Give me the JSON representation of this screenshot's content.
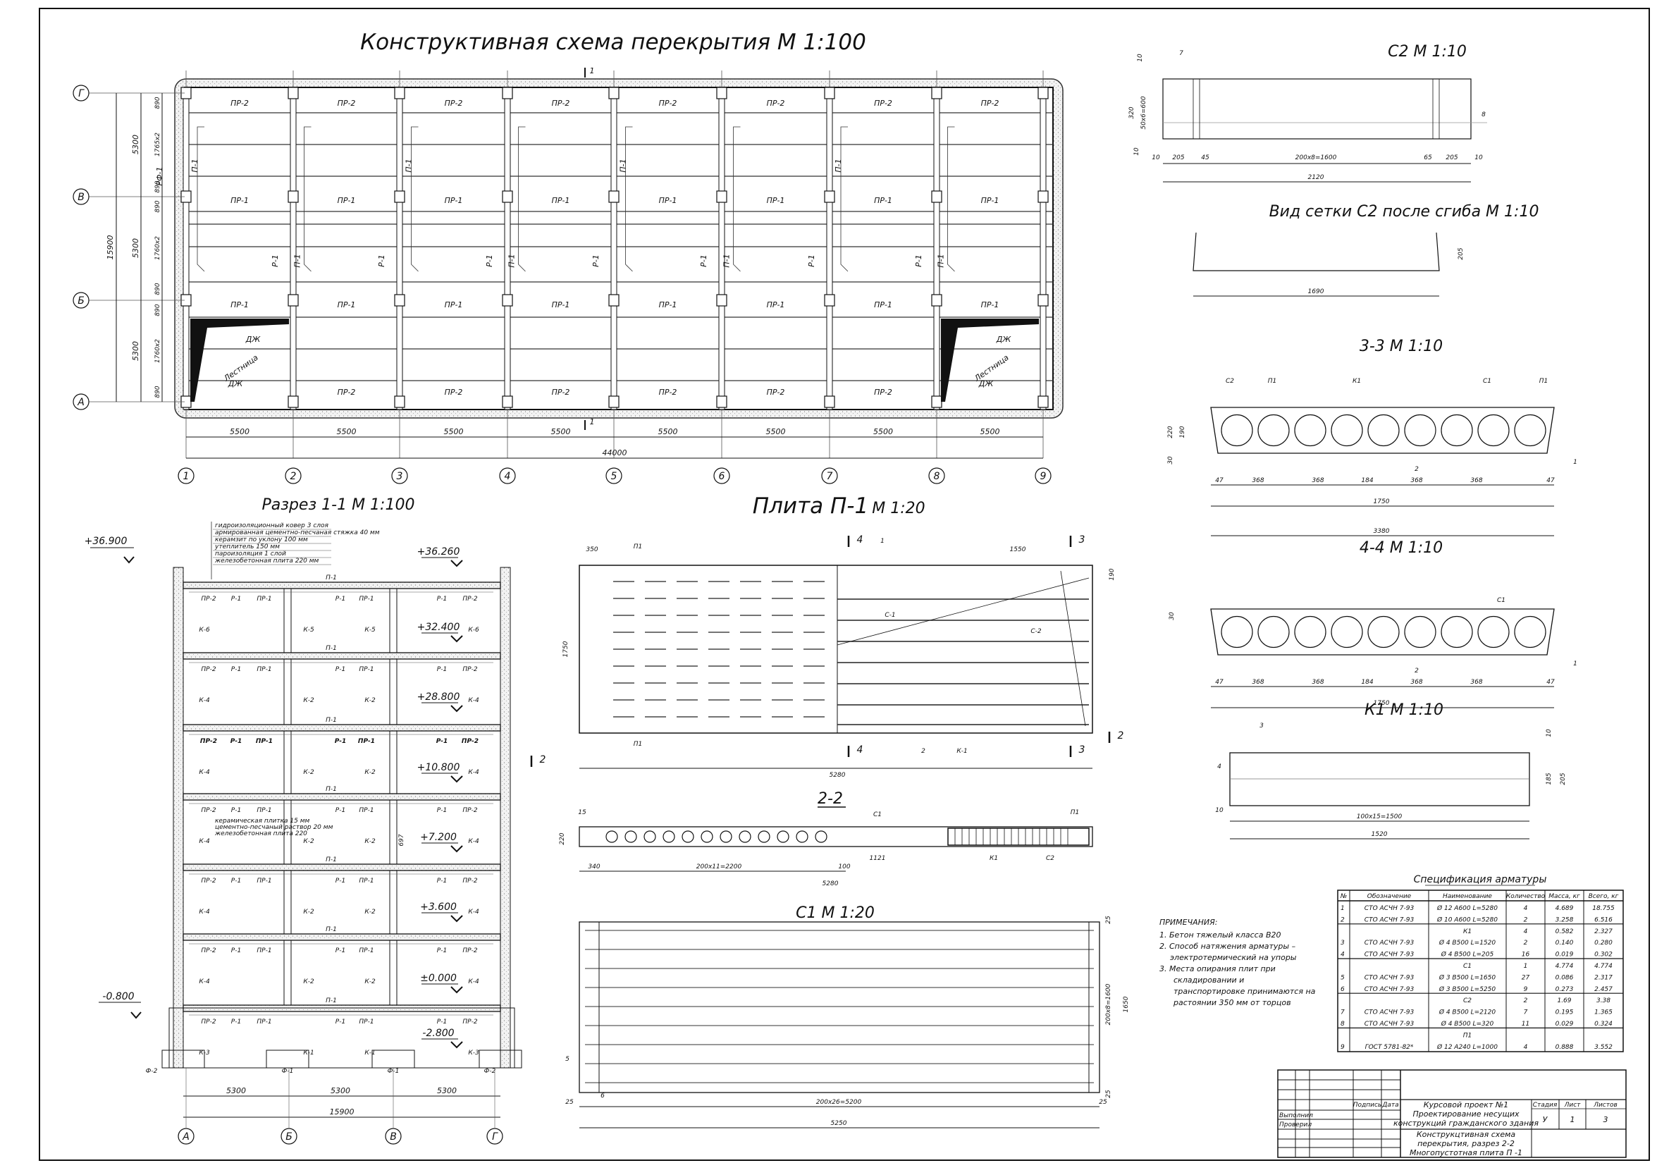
{
  "plan": {
    "title": "Конструктивная схема перекрытия М  1:100",
    "section_mark": "1",
    "axis_letters": [
      "Г",
      "В",
      "Б",
      "А"
    ],
    "axis_numbers": [
      "1",
      "2",
      "3",
      "4",
      "5",
      "6",
      "7",
      "8",
      "9"
    ],
    "span_dims": [
      "5500",
      "5500",
      "5500",
      "5500",
      "5500",
      "5500",
      "5500",
      "5500"
    ],
    "total_dim": "44000",
    "left_total": "15900",
    "left_spans": [
      "5300",
      "5300",
      "5300"
    ],
    "left_inner": [
      "890",
      "1765x2",
      "890",
      "890",
      "1760x2",
      "890",
      "890",
      "1760x2",
      "890"
    ],
    "beam_rows": [
      [
        "ПР-2",
        "ПР-2",
        "ПР-2",
        "ПР-2",
        "ПР-2",
        "ПР-2",
        "ПР-2",
        "ПР-2"
      ],
      [
        "ПР-1",
        "ПР-1",
        "ПР-1",
        "ПР-1",
        "ПР-1",
        "ПР-1",
        "ПР-1",
        "ПР-1"
      ],
      [
        "ПР-1",
        "ПР-1",
        "ПР-1",
        "ПР-1",
        "ПР-1",
        "ПР-1",
        "ПР-1",
        "ПР-1"
      ],
      [
        "",
        "ПР-2",
        "ПР-2",
        "ПР-2",
        "ПР-2",
        "ПР-2",
        "ПР-2",
        ""
      ]
    ],
    "slab_label": "П-1",
    "girder_label": "Р-1",
    "facade_girder_label": "РФ-1",
    "stair_label": "Лестница",
    "dzh_label": "ДЖ"
  },
  "section11": {
    "title": "Разрез 1-1 М 1:100",
    "layers": [
      "гидроизоляционный ковер 3 слоя",
      "армированная цементно-песчаная стяжка 40 мм",
      "керамзит по уклону 100 мм",
      "утеплитель 150 мм",
      "пароизоляция 1 слой",
      "железобетонная плита 220 мм"
    ],
    "floor_layers": [
      "керамическая плитка 15 мм",
      "цементно-песчаный раствор 20 мм",
      "железобетонная плита 220"
    ],
    "roof_level": "+36.900",
    "ground_level": "-0.800",
    "elevations": [
      "+36.260",
      "+32.400",
      "+28.800",
      "+10.800",
      "+7.200",
      "+3.600",
      "±0.000",
      "-2.800"
    ],
    "beam_labels": [
      "ПР-2",
      "Р-1",
      "ПР-1",
      "Р-1",
      "ПР-1",
      "Р-1",
      "ПР-2"
    ],
    "slab_label": "П-1",
    "column_rows": [
      [
        "К-6",
        "К-5",
        "К-5",
        "К-6"
      ],
      [
        "К-4",
        "К-2",
        "К-2",
        "К-4"
      ],
      [
        "К-4",
        "К-2",
        "К-2",
        "К-4"
      ],
      [
        "К-4",
        "К-2",
        "К-2",
        "К-4"
      ],
      [
        "К-4",
        "К-2",
        "К-2",
        "К-4"
      ],
      [
        "К-4",
        "К-2",
        "К-2",
        "К-4"
      ],
      [
        "К-3",
        "К-1",
        "К-1",
        "К-3"
      ]
    ],
    "foundations": [
      "Ф-2",
      "Ф-1",
      "Ф-1",
      "Ф-2"
    ],
    "dim_697": "697",
    "spans": [
      "5300",
      "5300",
      "5300"
    ],
    "total": "15900",
    "axes": [
      "А",
      "Б",
      "В",
      "Г"
    ]
  },
  "plate": {
    "title": "Плита П-1",
    "scale": "М 1:20",
    "labels": {
      "p1": "П1",
      "c1": "С-1",
      "c2": "С-2",
      "k1": "К-1",
      "n1": "1",
      "n2": "2"
    },
    "dims": {
      "d350": "350",
      "d1550": "1550",
      "d1750": "1750",
      "d190": "190",
      "d5280": "5280"
    },
    "cut_marks": [
      "4",
      "3",
      "2"
    ]
  },
  "section22": {
    "title": "2-2",
    "labels": {
      "c1": "С1",
      "p1": "П1",
      "k1": "К1",
      "c2": "С2"
    },
    "dims": {
      "h": "220",
      "top": "15",
      "left": "340",
      "step": "200x11=2200",
      "right": "100",
      "len": "5280",
      "d1121": "1121"
    }
  },
  "c1": {
    "title": "С1 М 1:20",
    "dims": {
      "top": "25",
      "bot": "25",
      "step_v": "200x8=1600",
      "h": "1650",
      "five": "5",
      "six": "6",
      "left": "25",
      "step_h": "200x26=5200",
      "len": "5250"
    }
  },
  "c2": {
    "title": "С2 М 1:10",
    "dims": {
      "d10a": "10",
      "d320": "320",
      "d600": "50x6=600",
      "d10b": "10",
      "d7": "7",
      "d8": "8",
      "b10": "10",
      "b205": "205",
      "b45": "45",
      "b1600": "200x8=1600",
      "b65": "65",
      "b205r": "205",
      "b10r": "10",
      "total": "2120"
    }
  },
  "bent": {
    "title": "Вид сетки С2 после сгиба М 1:10",
    "d205": "205",
    "d1690": "1690"
  },
  "s33": {
    "title": "3-3 М 1:10",
    "labels": [
      "С2",
      "П1",
      "К1",
      "С1",
      "П1"
    ],
    "dims_v": [
      "220",
      "190",
      "30"
    ],
    "dims_h": [
      "47",
      "368",
      "368",
      "184",
      "368",
      "368",
      "47"
    ],
    "total1": "1750",
    "total2": "3380",
    "n1": "1",
    "n2": "2"
  },
  "s44": {
    "title": "4-4 М 1:10",
    "label_c1": "С1",
    "dim_30": "30",
    "dims_h": [
      "47",
      "368",
      "368",
      "184",
      "368",
      "368",
      "47"
    ],
    "total": "1750",
    "n1": "1",
    "n2": "2"
  },
  "k1": {
    "title": "К1 М 1:10",
    "dims": {
      "n3": "3",
      "n4": "4",
      "d10a": "10",
      "d185": "185",
      "d205": "205",
      "d10b": "10",
      "step": "100x15=1500",
      "len": "1520"
    }
  },
  "notes": {
    "title": "ПРИМЕЧАНИЯ:",
    "lines": [
      "1.  Бетон тяжелый класса  В20",
      "2.  Способ натяжения арматуры –",
      "электротермический на упоры",
      "3.  Места опирания плит при",
      "складировании и",
      "транспортировке принимаются на",
      "растоянии 350 мм от торцов"
    ]
  },
  "spec": {
    "title": "Спецификация арматуры",
    "headers": [
      "№",
      "Обозначение",
      "Наименование",
      "Количество",
      "Масса, кг",
      "Всего, кг"
    ],
    "rows": [
      [
        "1",
        "СТО АСЧН 7-93",
        "Ø 12 А600 L=5280",
        "4",
        "4.689",
        "18.755"
      ],
      [
        "2",
        "СТО АСЧН 7-93",
        "Ø 10 А600 L=5280",
        "2",
        "3.258",
        "6.516"
      ],
      [
        "",
        "",
        "К1",
        "4",
        "0.582",
        "2.327"
      ],
      [
        "3",
        "СТО АСЧН 7-93",
        "Ø 4 В500 L=1520",
        "2",
        "0.140",
        "0.280"
      ],
      [
        "4",
        "СТО АСЧН 7-93",
        "Ø 4 В500 L=205",
        "16",
        "0.019",
        "0.302"
      ],
      [
        "",
        "",
        "С1",
        "1",
        "4.774",
        "4.774"
      ],
      [
        "5",
        "СТО АСЧН 7-93",
        "Ø 3 В500 L=1650",
        "27",
        "0.086",
        "2.317"
      ],
      [
        "6",
        "СТО АСЧН 7-93",
        "Ø 3 В500 L=5250",
        "9",
        "0.273",
        "2.457"
      ],
      [
        "",
        "",
        "С2",
        "2",
        "1.69",
        "3.38"
      ],
      [
        "7",
        "СТО АСЧН 7-93",
        "Ø 4 В500 L=2120",
        "7",
        "0.195",
        "1.365"
      ],
      [
        "8",
        "СТО АСЧН 7-93",
        "Ø 4 В500 L=320",
        "11",
        "0.029",
        "0.324"
      ],
      [
        "",
        "",
        "П1",
        "",
        "",
        ""
      ],
      [
        "9",
        "ГОСТ 5781-82*",
        "Ø 12 А240 L=1000",
        "4",
        "0.888",
        "3.552"
      ]
    ]
  },
  "titleblock": {
    "sign": "Подпись",
    "date": "Дата",
    "made": "Выполнил",
    "checked": "Проверил",
    "project": [
      "Курсовой проект №1",
      "Проектирование несущих",
      "конструкций гражданского здания"
    ],
    "sheet_title": [
      "Конструкцтивная схема",
      "перекрытия, разрез 2-2",
      "Многопустотная плита П -1"
    ],
    "stage_h": "Стадия",
    "sheet_h": "Лист",
    "sheets_h": "Листов",
    "stage": "У",
    "sheet": "1",
    "sheets": "3"
  }
}
